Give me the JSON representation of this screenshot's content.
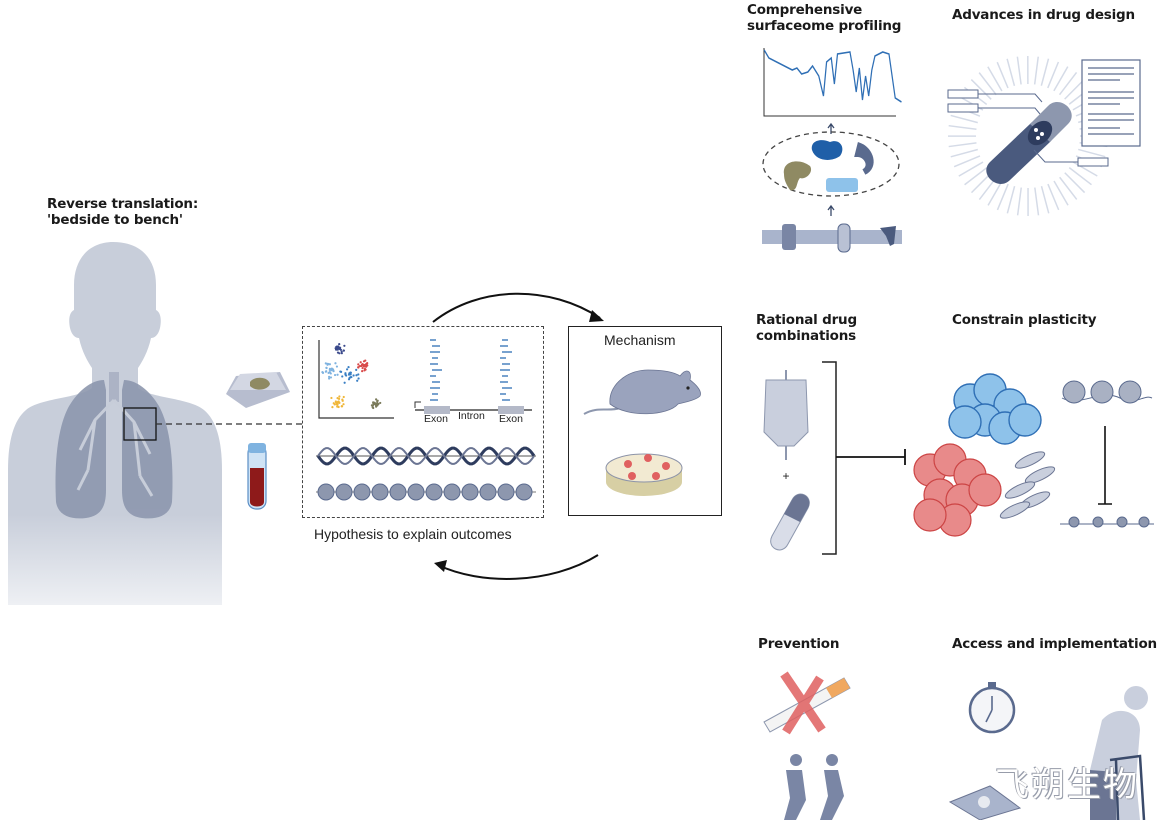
{
  "left": {
    "title_line1": "Reverse translation:",
    "title_line2": "'bedside to bench'",
    "items": [
      "human-silhouette",
      "lungs",
      "tissue-biopsy-cassette",
      "blood-tube"
    ]
  },
  "center": {
    "hypothesis_label": "Hypothesis to explain outcomes",
    "gene_labels": {
      "exon1": "Exon",
      "intron": "Intron",
      "exon2": "Exon"
    },
    "mechanism_label": "Mechanism",
    "cluster_colors": [
      "#3b4a8c",
      "#7fb3e0",
      "#3a7fc4",
      "#d94a4a",
      "#f0b73a",
      "#7a7a5a"
    ]
  },
  "panels": {
    "surfaceome": {
      "title_line1": "Comprehensive",
      "title_line2": "surfaceome profiling"
    },
    "drug_design": {
      "title": "Advances in drug design"
    },
    "combinations": {
      "title_line1": "Rational drug",
      "title_line2": "combinations",
      "plus": "+"
    },
    "plasticity": {
      "title": "Constrain plasticity"
    },
    "prevention": {
      "title": "Prevention"
    },
    "access": {
      "title": "Access and implementation"
    }
  },
  "watermark": "飞朔生物",
  "colors": {
    "silhouette": "#c8ceda",
    "lung": "#8d97ae",
    "accent_blue": "#2f6fb5",
    "red_cells": "#e06a6a",
    "blue_cells": "#6aaee0",
    "slate": "#5a6a8e"
  }
}
